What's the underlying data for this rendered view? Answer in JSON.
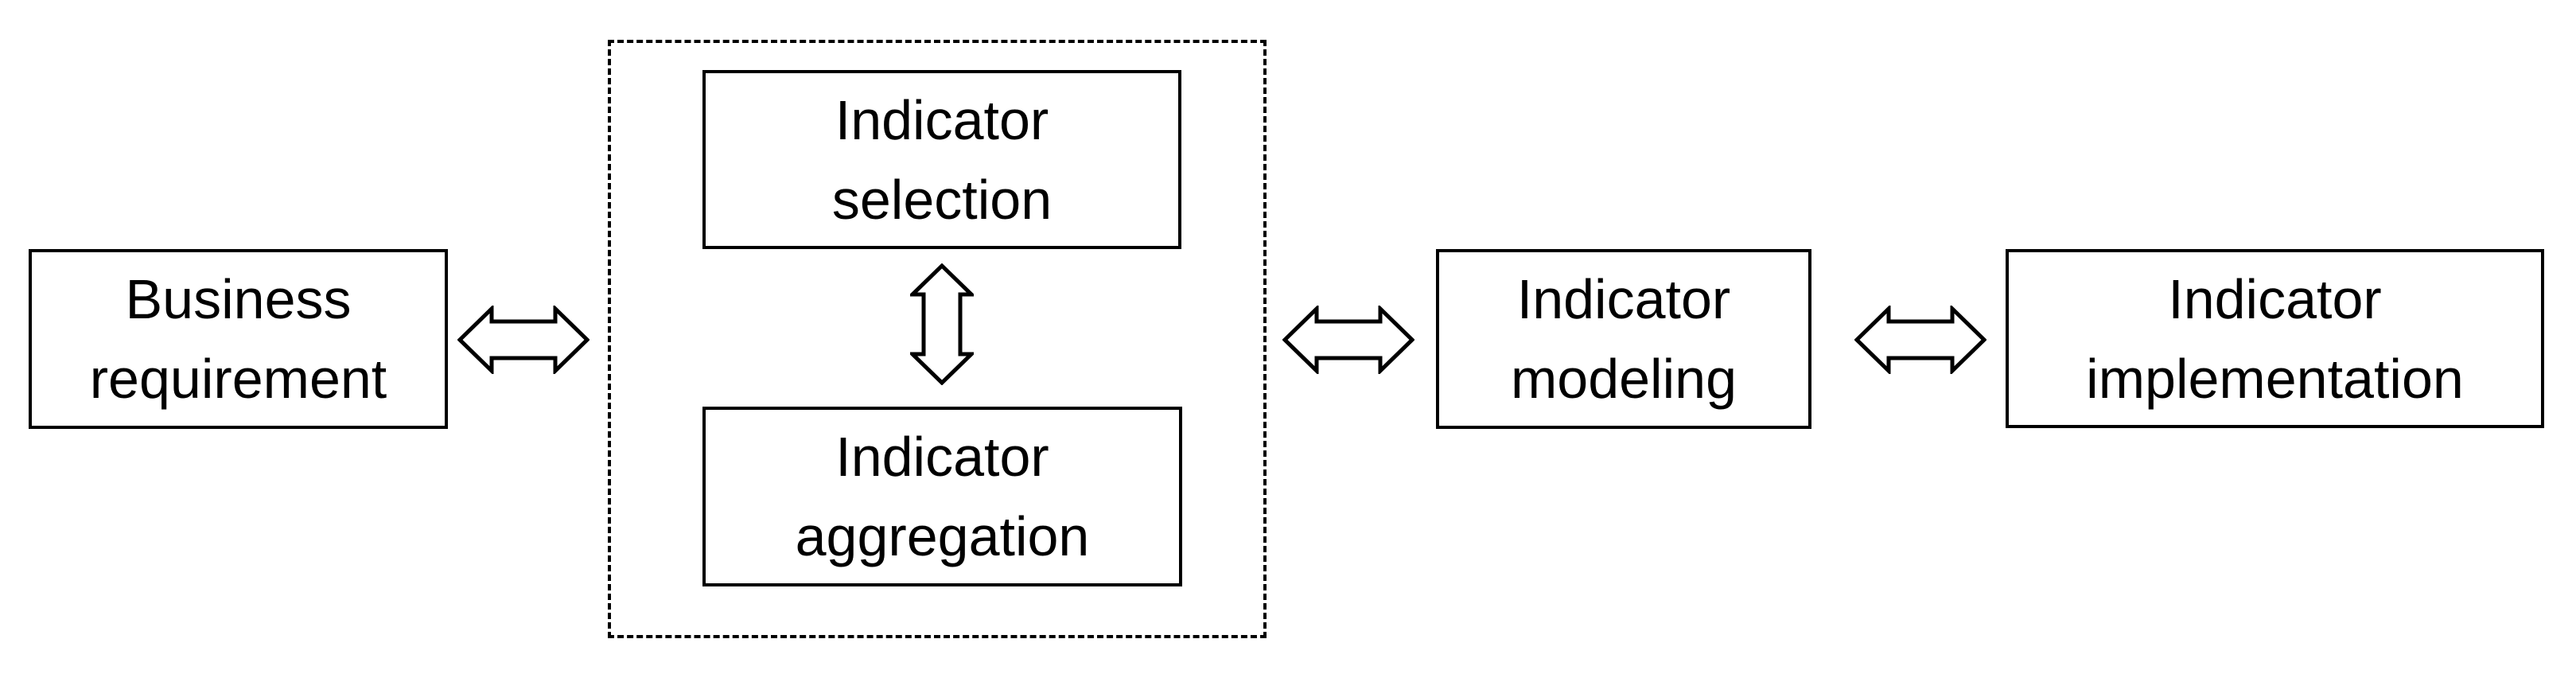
{
  "diagram": {
    "background_color": "#ffffff",
    "stroke_color": "#000000",
    "nodes": {
      "business": {
        "lines": [
          "Business",
          "requirement"
        ]
      },
      "selection": {
        "lines": [
          "Indicator",
          "selection"
        ]
      },
      "aggregation": {
        "lines": [
          "Indicator",
          "aggregation"
        ]
      },
      "modeling": {
        "lines": [
          "Indicator",
          "modeling"
        ]
      },
      "implementation": {
        "lines": [
          "Indicator",
          "implementation"
        ]
      }
    },
    "connectors": [
      {
        "from": "business",
        "to": "indicator-group",
        "type": "double-arrow-horizontal"
      },
      {
        "from": "selection",
        "to": "aggregation",
        "type": "double-arrow-vertical"
      },
      {
        "from": "indicator-group",
        "to": "modeling",
        "type": "double-arrow-horizontal"
      },
      {
        "from": "modeling",
        "to": "implementation",
        "type": "double-arrow-horizontal"
      }
    ]
  }
}
